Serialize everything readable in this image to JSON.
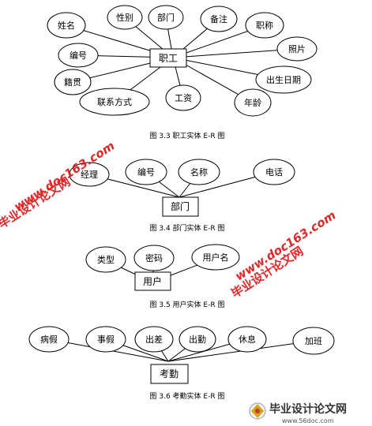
{
  "diagrams": [
    {
      "caption": "图 3.3 职工实体 E-R 图",
      "entity": "职工",
      "attributes": [
        "姓名",
        "性别",
        "部门",
        "备注",
        "职称",
        "编号",
        "照片",
        "籍贯",
        "联系方式",
        "工资",
        "年龄",
        "出生日期"
      ]
    },
    {
      "caption": "图 3.4 部门实体 E-R 图",
      "entity": "部门",
      "attributes": [
        "经理",
        "编号",
        "名称",
        "电话"
      ]
    },
    {
      "caption": "图 3.5 用户实体 E-R 图",
      "entity": "用户",
      "attributes": [
        "类型",
        "密码",
        "用户名"
      ]
    },
    {
      "caption": "图 3.6 考勤实体 E-R 图",
      "entity": "考勤",
      "attributes": [
        "病假",
        "事假",
        "出差",
        "出勤",
        "休息",
        "加班"
      ]
    }
  ],
  "watermarks": [
    {
      "text": "毕业设计论文网",
      "url": "www.doc163.com"
    },
    {
      "text": "毕业设计论文网",
      "url": "www.doc163.com"
    }
  ],
  "logo": {
    "text": "毕业设计论文网",
    "url": "www.56doc.com"
  },
  "colors": {
    "watermark": "#e01010",
    "line": "#000000"
  }
}
